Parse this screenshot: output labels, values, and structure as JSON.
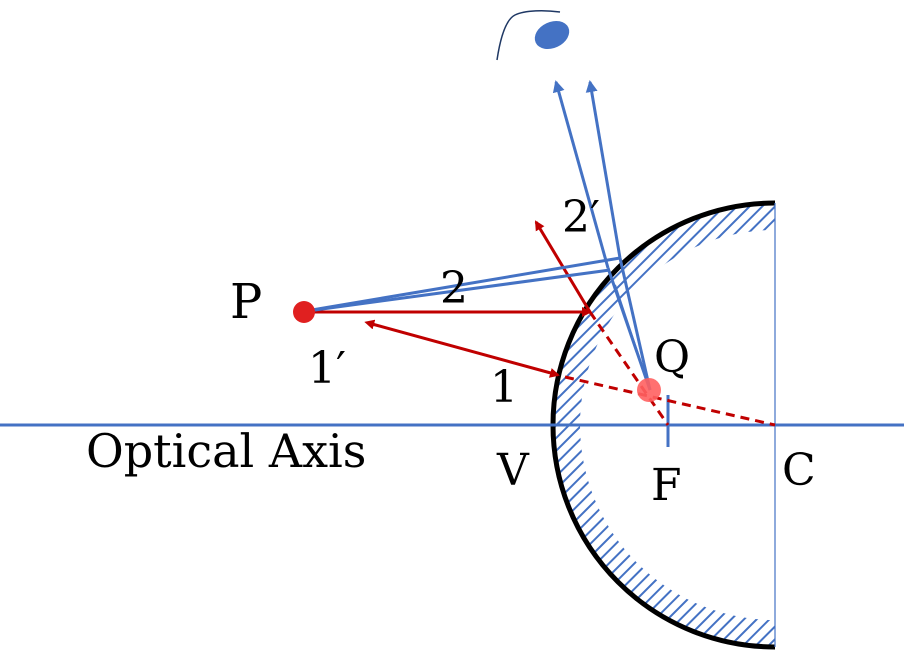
{
  "labels": {
    "P": "P",
    "Q": "Q",
    "V": "V",
    "F": "F",
    "C": "C",
    "axis": "Optical Axis",
    "ray1": "1",
    "ray1_prime": "1′",
    "ray2": "2",
    "ray2_prime": "2′"
  },
  "colors": {
    "ray_red": "#c00000",
    "ray_blue": "#4472c4",
    "axis_blue": "#4472c4",
    "mirror_black": "#000000",
    "point_red": "#e02020",
    "image_red": "#ff6060",
    "eye_blue": "#4472c4"
  },
  "icons": {
    "observer": "eye-icon"
  }
}
